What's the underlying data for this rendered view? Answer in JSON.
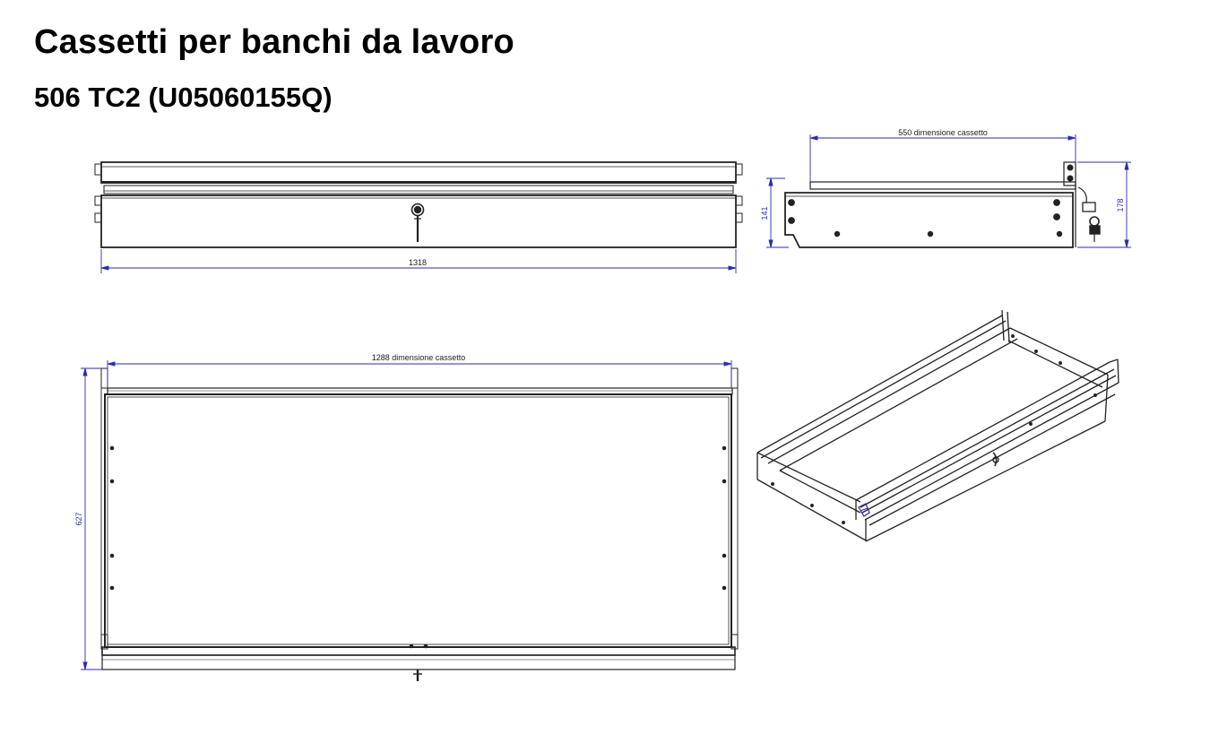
{
  "title": "Cassetti per banchi da lavoro",
  "subtitle": "506 TC2 (U05060155Q)",
  "colors": {
    "line": "#222222",
    "dimension": "#2b2bb0",
    "background": "#ffffff"
  },
  "views": {
    "front": {
      "width_label": "1318"
    },
    "side": {
      "depth_label": "550 dimensione cassetto",
      "height_label_a": "141",
      "height_label_b": "178"
    },
    "top": {
      "width_label": "1288 dimensione cassetto",
      "depth_label": "627"
    }
  }
}
